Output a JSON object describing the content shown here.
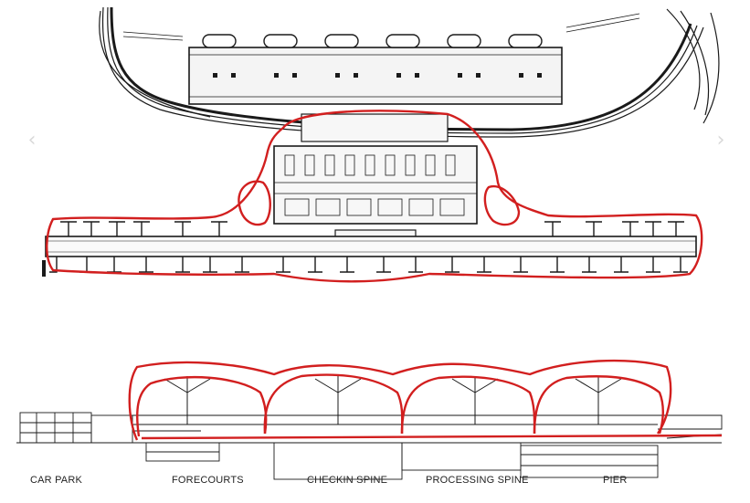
{
  "section_labels": {
    "car_park": "CAR PARK",
    "forecourts": "FORECOURTS",
    "checkin_spine": "CHECKIN SPINE",
    "processing_spine": "PROCESSING SPINE",
    "pier": "PIER"
  },
  "navigation": {
    "prev_icon": "chevron-left-icon",
    "next_icon": "chevron-right-icon",
    "prev_glyph": "‹",
    "next_glyph": "›"
  },
  "colors": {
    "outline_red": "#d21f1f",
    "ink": "#1a1a1a",
    "background": "#ffffff"
  }
}
